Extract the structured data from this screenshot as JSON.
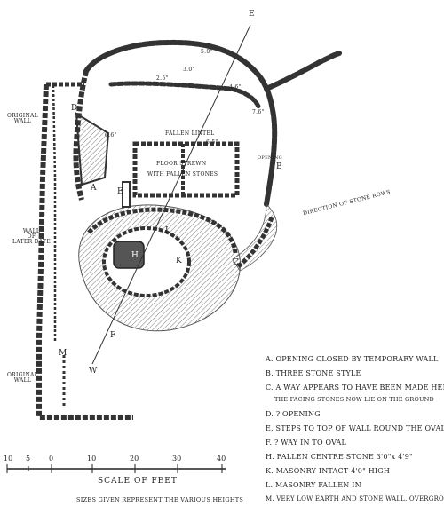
{
  "labels": {
    "original_wall_top": "ORIGINAL\nWALL",
    "wall_later_date": "WALL\nOF\nLATER DATE",
    "original_wall_bottom": "ORIGINAL\nWALL",
    "fallen_lintel": "FALLEN LINTEL",
    "floor_strewn": "FLOOR   STREWN",
    "with_fallen_stones": "WITH FALLEN  STONES",
    "direction": "DIRECTION OF STONE ROWS",
    "opening_small": "OPEN­ING",
    "compass_e": "E",
    "compass_w": "W"
  },
  "heights": [
    "5.0\"",
    "3.0\"",
    "2.5\"",
    "4.6\"",
    "7.6\"",
    "6.6\"",
    "6.5\""
  ],
  "letters": [
    "A",
    "B",
    "C",
    "D",
    "E",
    "F",
    "H",
    "K",
    "L",
    "M"
  ],
  "legend": [
    "A. OPENING CLOSED BY TEMPORARY WALL",
    "B. THREE STONE STYLE",
    "C. A WAY APPEARS TO HAVE BEEN MADE HERE.",
    "THE FACING STONES NOW LIE ON THE GROUND",
    "D. ? OPENING",
    "E. STEPS TO TOP OF WALL ROUND THE OVAL",
    "F. ? WAY IN TO OVAL",
    "H. FALLEN CENTRE STONE 3'0\"x 4'9\"",
    "K. MASONRY INTACT 4'0\" HIGH",
    "L. MASONRY FALLEN IN",
    "M. VERY LOW EARTH AND STONE WALL. OVERGROWN."
  ],
  "scale": {
    "ticks": [
      "10",
      "5",
      "0",
      "10",
      "20",
      "30",
      "40"
    ],
    "title": "SCALE OF FEET",
    "note": "SIZES GIVEN REPRESENT THE VARIOUS HEIGHTS"
  }
}
